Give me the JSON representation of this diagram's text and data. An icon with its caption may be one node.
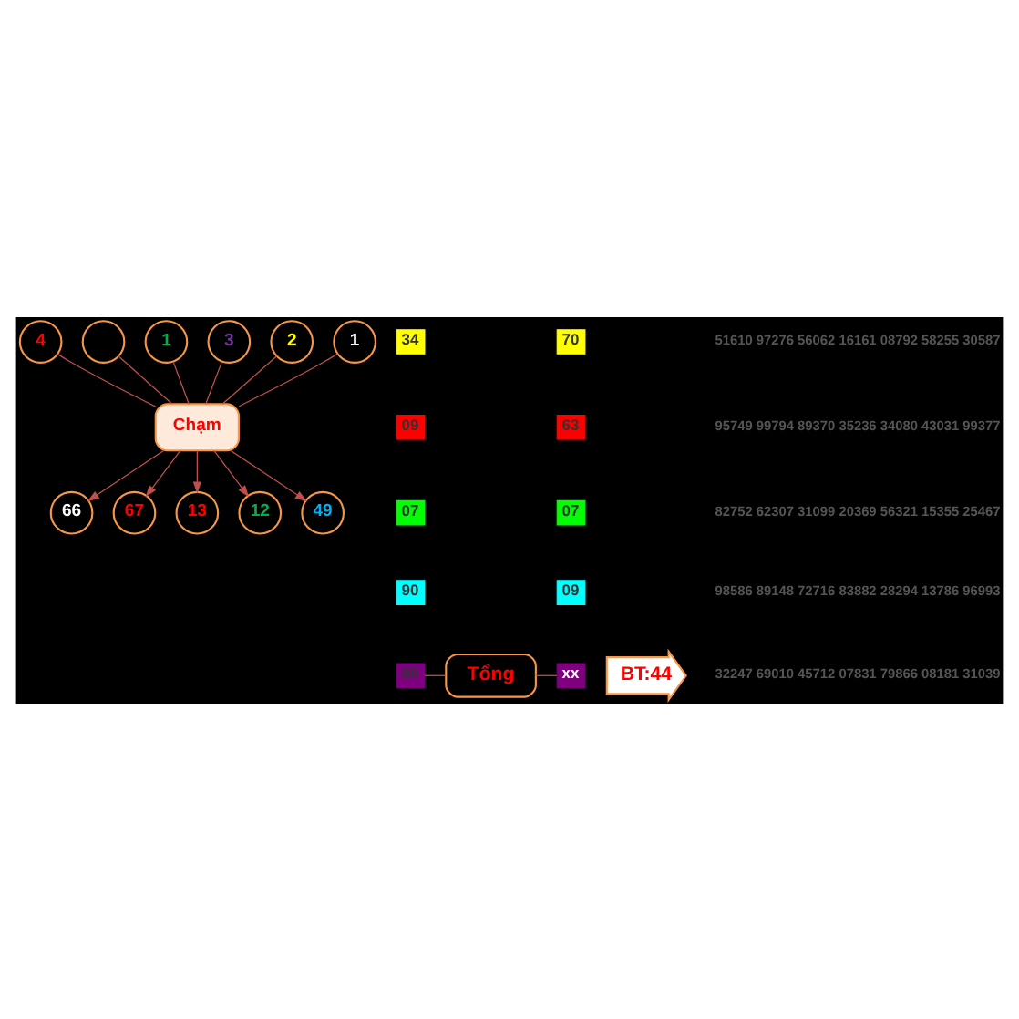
{
  "diagram": {
    "nodes": [
      {
        "text": [
          "4"
        ]
      },
      {
        "text": [],
        "shape": "circle"
      },
      {
        "text": [
          "1"
        ]
      },
      {
        "text": [
          "3"
        ]
      },
      {
        "text": [
          "2"
        ]
      },
      {
        "text": [
          "1"
        ]
      },
      {
        "text": [
          "Chạm"
        ]
      },
      {
        "text": [
          "66"
        ]
      },
      {
        "text": [
          "67"
        ]
      },
      {
        "text": [
          "13"
        ]
      },
      {
        "text": [
          "12"
        ]
      },
      {
        "text": [
          "49"
        ]
      },
      {
        "text": [
          "34"
        ]
      },
      {
        "text": [
          "09"
        ]
      },
      {
        "text": [
          "07"
        ]
      },
      {
        "text": [
          "90"
        ]
      },
      {
        "text": [
          "80"
        ]
      },
      {
        "text": [
          "70"
        ]
      },
      {
        "text": [
          "63"
        ]
      },
      {
        "text": [
          "07"
        ]
      },
      {
        "text": [
          "09"
        ]
      },
      {
        "text": [
          "xx"
        ]
      },
      {
        "text": [
          "BT:44"
        ]
      },
      {
        "text": [
          "Tổng"
        ]
      }
    ],
    "edges": [
      {
        "from": 0,
        "to": 6,
        "arrow": "none"
      },
      {
        "from": 1,
        "to": 6,
        "arrow": "none"
      },
      {
        "from": 2,
        "to": 6,
        "arrow": "none"
      },
      {
        "from": 3,
        "to": 6,
        "arrow": "none"
      },
      {
        "from": 4,
        "to": 6,
        "arrow": "none"
      },
      {
        "from": 5,
        "to": 6,
        "arrow": "none"
      },
      {
        "from": 6,
        "to": 7,
        "arrow": "to"
      },
      {
        "from": 6,
        "to": 8,
        "arrow": "to"
      },
      {
        "from": 6,
        "to": 9,
        "arrow": "to"
      },
      {
        "from": 6,
        "to": 10,
        "arrow": "to"
      },
      {
        "from": 6,
        "to": 11,
        "arrow": "to"
      },
      {
        "from": 16,
        "to": 23,
        "arrow": "none"
      },
      {
        "from": 23,
        "to": 21,
        "arrow": "none"
      }
    ],
    "labels": [
      "51610 97276 56062 16161 08792 58255 30587",
      "95749 99794 89370 35236 34080 43031 99377",
      "82752 62307 31099 20369 56321 15355 25467",
      "98586 89148 72716 83882 28294 13786 96993",
      "32247 69010 45712 07831 79866 08181 31039"
    ]
  }
}
